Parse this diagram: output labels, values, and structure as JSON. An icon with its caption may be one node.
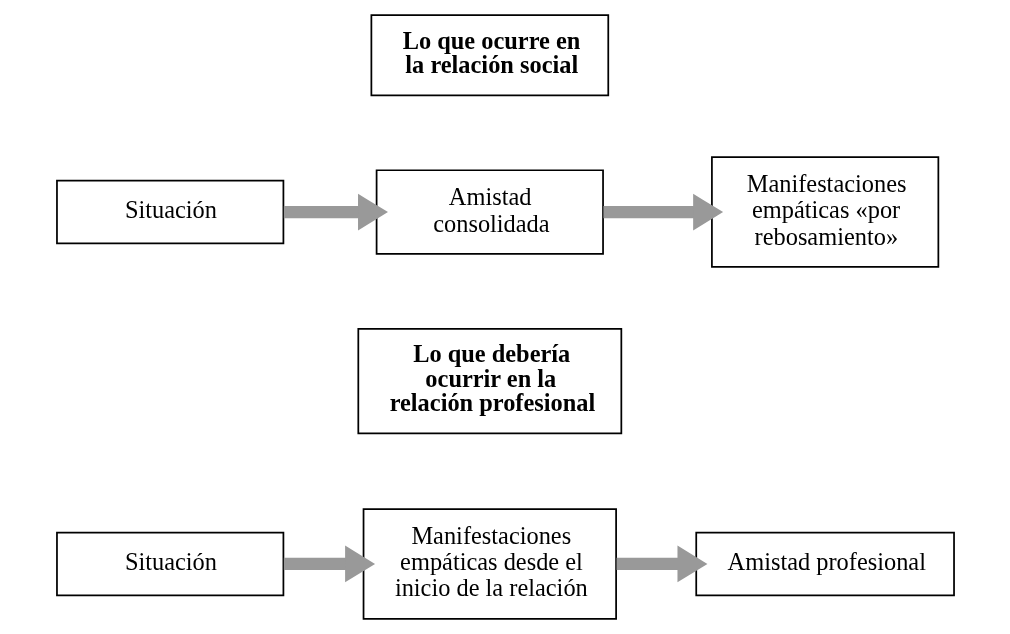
{
  "diagram": {
    "nodes": [
      {
        "text": [
          "Lo que ocurre en la relación social"
        ]
      },
      {
        "text": [
          "Situación"
        ]
      },
      {
        "text": [
          "Amistad consolidada"
        ]
      },
      {
        "text": [
          "Manifestaciones empáticas «por rebosamiento»"
        ]
      },
      {
        "text": [
          "Lo que debería ocurrir en la relación profesional"
        ]
      },
      {
        "text": [
          "Situación"
        ]
      },
      {
        "text": [
          "Manifestaciones empáticas desde el inicio de la relación"
        ]
      },
      {
        "text": [
          "Amistad profesional"
        ]
      }
    ],
    "edges": [
      {
        "from": 1,
        "to": 2,
        "arrow": "to"
      },
      {
        "from": 2,
        "to": 3,
        "arrow": "to"
      },
      {
        "from": 5,
        "to": 6,
        "arrow": "to"
      },
      {
        "from": 6,
        "to": 7,
        "arrow": "to"
      }
    ]
  }
}
